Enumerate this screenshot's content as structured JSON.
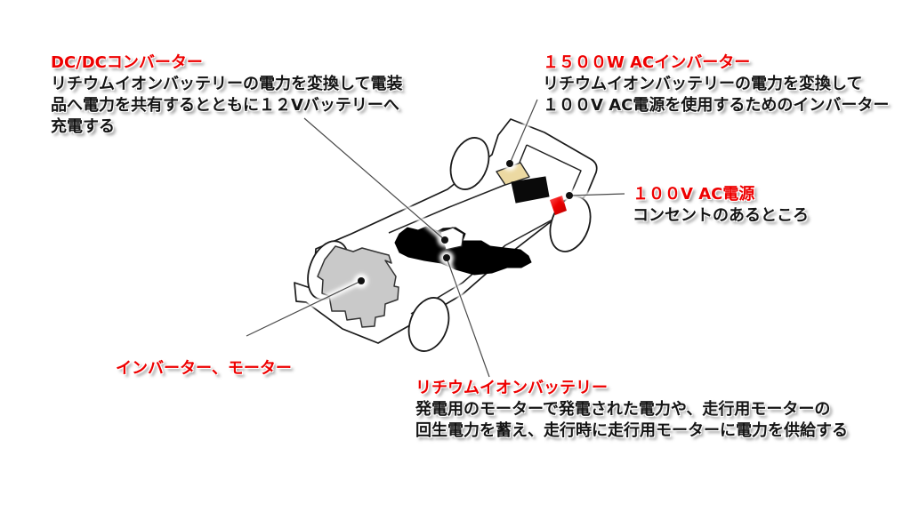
{
  "colors": {
    "title_red": "#ee0000",
    "body_text": "#141414",
    "engine_gray": "#c9c9c9",
    "battery_black": "#000000",
    "inverter_tan": "#ecd9a2",
    "outlet_red": "#e50000",
    "outline_black": "#1a1a1a",
    "leader_line": "#4a4a4a"
  },
  "callouts": {
    "dcdc_converter": {
      "title": "DC/DCコンバーター",
      "description": [
        "リチウムイオンバッテリーの電力を変換して電装",
        "品へ電力を共有するとともに１２Vバッテリーへ",
        "充電する"
      ]
    },
    "ac_inverter_1500w": {
      "title": "１５００W ACインバーター",
      "description": [
        "リチウムイオンバッテリーの電力を変換して",
        "１００V AC電源を使用するためのインバーター"
      ]
    },
    "ac_outlet_100v": {
      "title": "１００V AC電源",
      "description": [
        "コンセントのあるところ"
      ]
    },
    "inverter_motor": {
      "title": "インバーター、モーター",
      "description": []
    },
    "lithium_ion_battery": {
      "title": "リチウムイオンバッテリー",
      "description": [
        "発電用のモーターで発電された電力や、走行用モーターの",
        "回生電力を蓄え、走行時に走行用モーターに電力を供給する"
      ]
    }
  },
  "diagram_components": {
    "vehicle_chassis": "car-chassis-outline",
    "engine_motor": "inverter-motor-unit",
    "battery_pack": "lithium-ion-battery-pack",
    "ac_inverter_unit": "1500w-ac-inverter-unit",
    "ac_outlet_unit": "100v-ac-outlet",
    "dcdc_unit": "dcdc-converter-unit"
  }
}
